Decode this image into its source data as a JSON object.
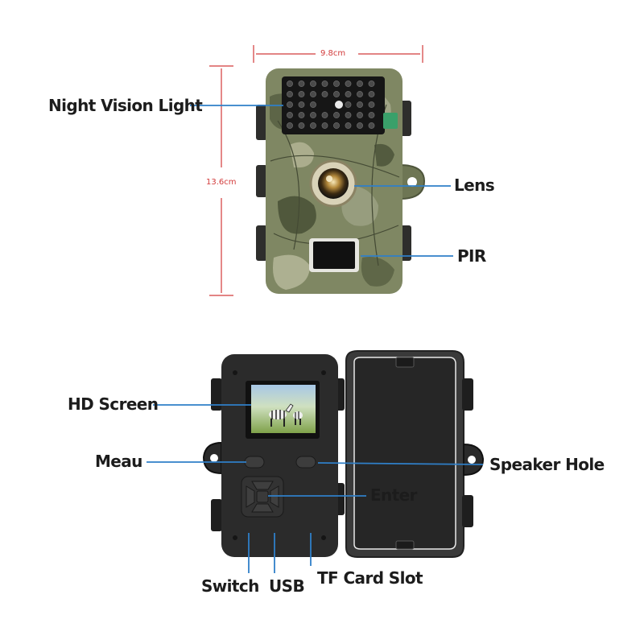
{
  "dimensions": {
    "width": "9.8cm",
    "height": "13.6cm"
  },
  "front_labels": {
    "night_vision": "Night Vision Light",
    "lens": "Lens",
    "pir": "PIR"
  },
  "back_labels": {
    "hd_screen": "HD Screen",
    "menu": "Meau",
    "speaker": "Speaker Hole",
    "enter": "Enter",
    "switch": "Switch",
    "usb": "USB",
    "tf_slot": "TF Card Slot"
  },
  "colors": {
    "leader_line": "#2f7fc8",
    "dimension": "#d23a3a",
    "camo_base": "#7f8763",
    "body_dark": "#2b2b2b"
  }
}
